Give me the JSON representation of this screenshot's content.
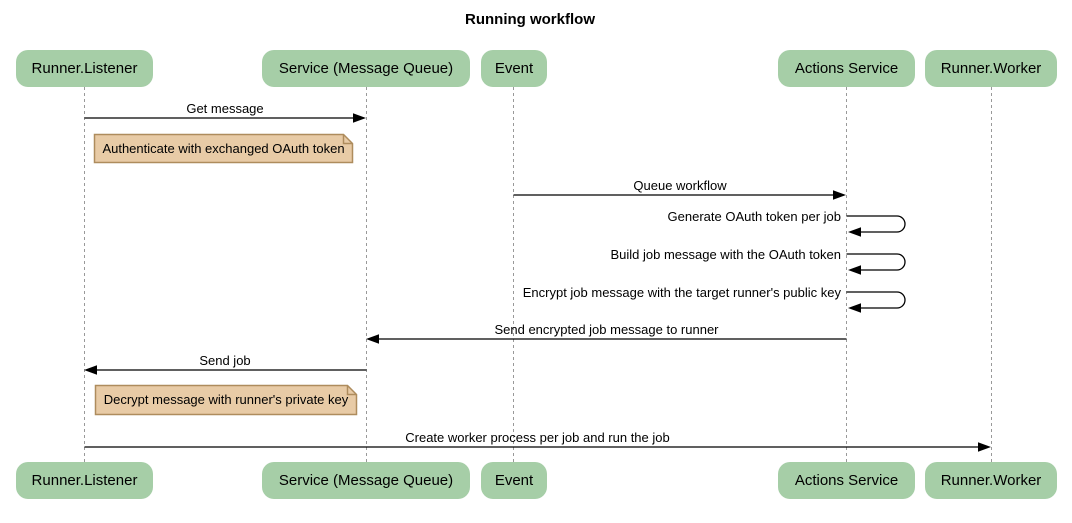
{
  "title": "Running workflow",
  "diagram_type": "sequence-diagram",
  "colors": {
    "participant_fill": "#A6CEA7",
    "note_fill": "#E8CBA6",
    "note_border": "#AE8C5D",
    "lifeline": "#999999",
    "message_line": "#000000",
    "text": "#000000",
    "background": "#FFFFFF"
  },
  "participants": [
    {
      "label": "Runner.Listener"
    },
    {
      "label": "Service (Message Queue)"
    },
    {
      "label": "Event"
    },
    {
      "label": "Actions Service"
    },
    {
      "label": "Runner.Worker"
    }
  ],
  "messages": [
    {
      "label": "Get message",
      "from": "Runner.Listener",
      "to": "Service (Message Queue)",
      "type": "solid-arrow"
    },
    {
      "label": "Queue workflow",
      "from": "Event",
      "to": "Actions Service",
      "type": "solid-arrow"
    },
    {
      "label": "Generate OAuth token per job",
      "from": "Actions Service",
      "to": "Actions Service",
      "type": "self"
    },
    {
      "label": "Build job message with the OAuth token",
      "from": "Actions Service",
      "to": "Actions Service",
      "type": "self"
    },
    {
      "label": "Encrypt job message with the target runner's public key",
      "from": "Actions Service",
      "to": "Actions Service",
      "type": "self"
    },
    {
      "label": "Send encrypted job message to runner",
      "from": "Actions Service",
      "to": "Service (Message Queue)",
      "type": "solid-arrow"
    },
    {
      "label": "Send job",
      "from": "Service (Message Queue)",
      "to": "Runner.Listener",
      "type": "solid-arrow"
    },
    {
      "label": "Create worker process per job and run the job",
      "from": "Runner.Listener",
      "to": "Runner.Worker",
      "type": "solid-arrow"
    }
  ],
  "notes": [
    {
      "label": "Authenticate with exchanged OAuth token",
      "over": "Runner.Listener"
    },
    {
      "label": "Decrypt message with runner's private key",
      "over": "Runner.Listener"
    }
  ]
}
